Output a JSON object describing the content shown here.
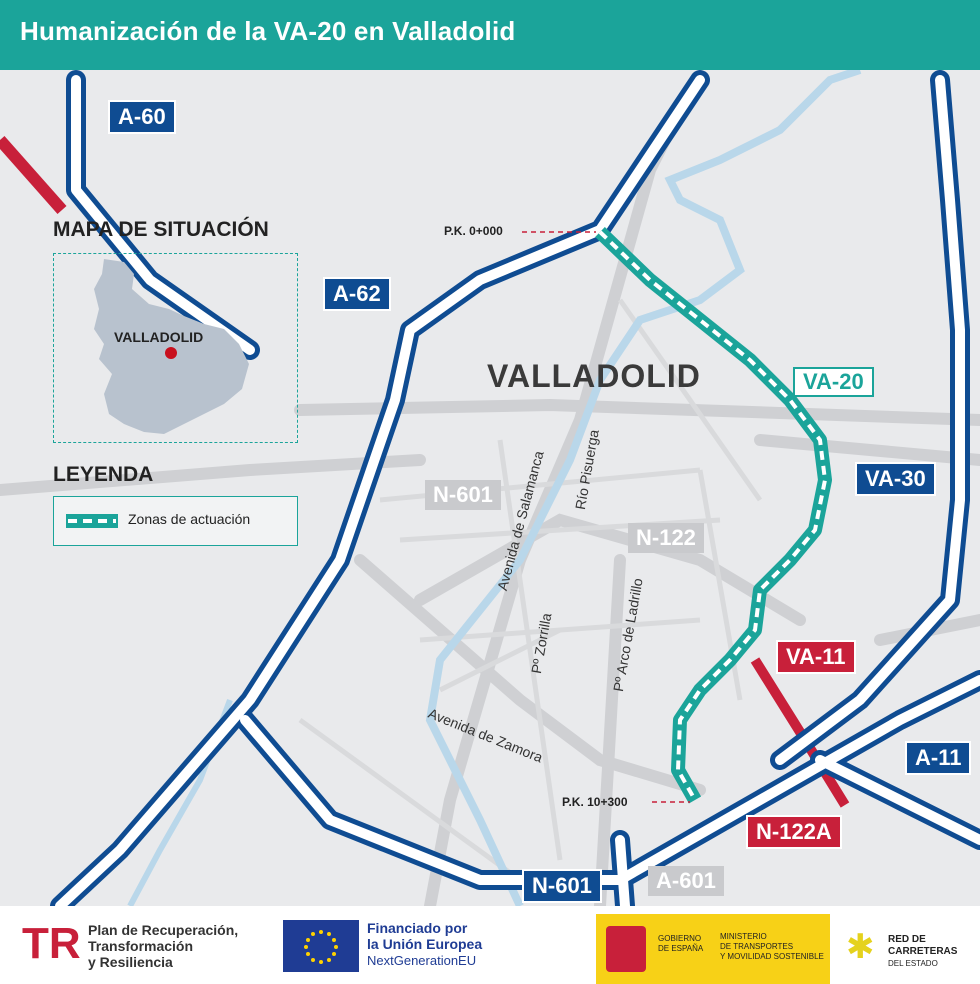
{
  "header": {
    "title": "Humanización de la VA-20 en Valladolid"
  },
  "inset": {
    "title": "MAPA DE SITUACIÓN",
    "city_label": "VALLADOLID"
  },
  "legend": {
    "title": "LEYENDA",
    "item_label": "Zonas de actuación"
  },
  "map": {
    "city_name": "VALLADOLID",
    "roads": {
      "a60": "A-60",
      "a62": "A-62",
      "va20": "VA-20",
      "va30": "VA-30",
      "n601_top": "N-601",
      "n122": "N-122",
      "va11": "VA-11",
      "a11": "A-11",
      "n122a": "N-122A",
      "n601_bottom": "N-601",
      "a601": "A-601"
    },
    "streets": {
      "salamanca": "Avenida de Salamanca",
      "pisuerga": "Río Pisuerga",
      "zorrilla": "Pº Zorrilla",
      "arco": "Pº Arco de Ladrillo",
      "zamora": "Avenida de Zamora"
    },
    "pk": {
      "start": "P.K. 0+000",
      "end": "P.K. 10+300"
    },
    "colors": {
      "ring_road": "#0f4c92",
      "action_zone": "#1ba49a",
      "red_road": "#c8203a",
      "city_road": "#c9cacd"
    }
  },
  "footer": {
    "plan": {
      "line1": "Plan de Recuperación,",
      "line2": "Transformación",
      "line3": "y Resiliencia"
    },
    "eu": {
      "line1": "Financiado por",
      "line2": "la Unión Europea",
      "line3": "NextGenerationEU"
    },
    "gov": {
      "gobierno1": "GOBIERNO",
      "gobierno2": "DE ESPAÑA",
      "min1": "MINISTERIO",
      "min2": "DE TRANSPORTES",
      "min3": "Y MOVILIDAD SOSTENIBLE"
    },
    "red": {
      "line1": "RED DE",
      "line2": "CARRETERAS",
      "line3": "DEL ESTADO"
    }
  }
}
